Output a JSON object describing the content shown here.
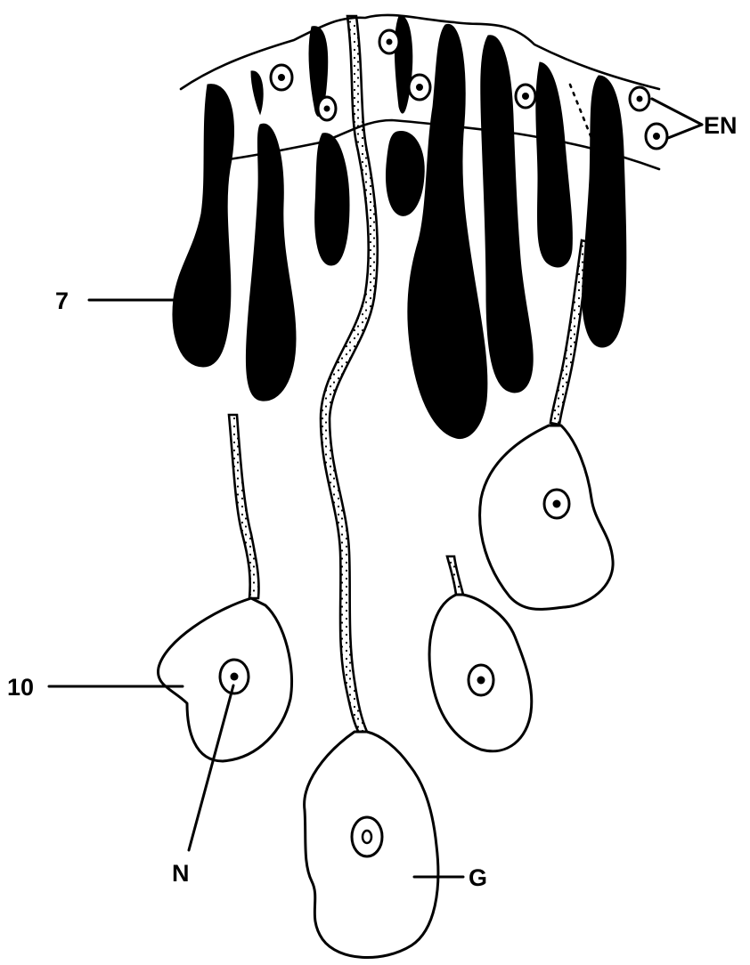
{
  "figure": {
    "labels": {
      "en": "EN",
      "seven": "7",
      "ten": "10",
      "n": "N",
      "g": "G"
    }
  }
}
